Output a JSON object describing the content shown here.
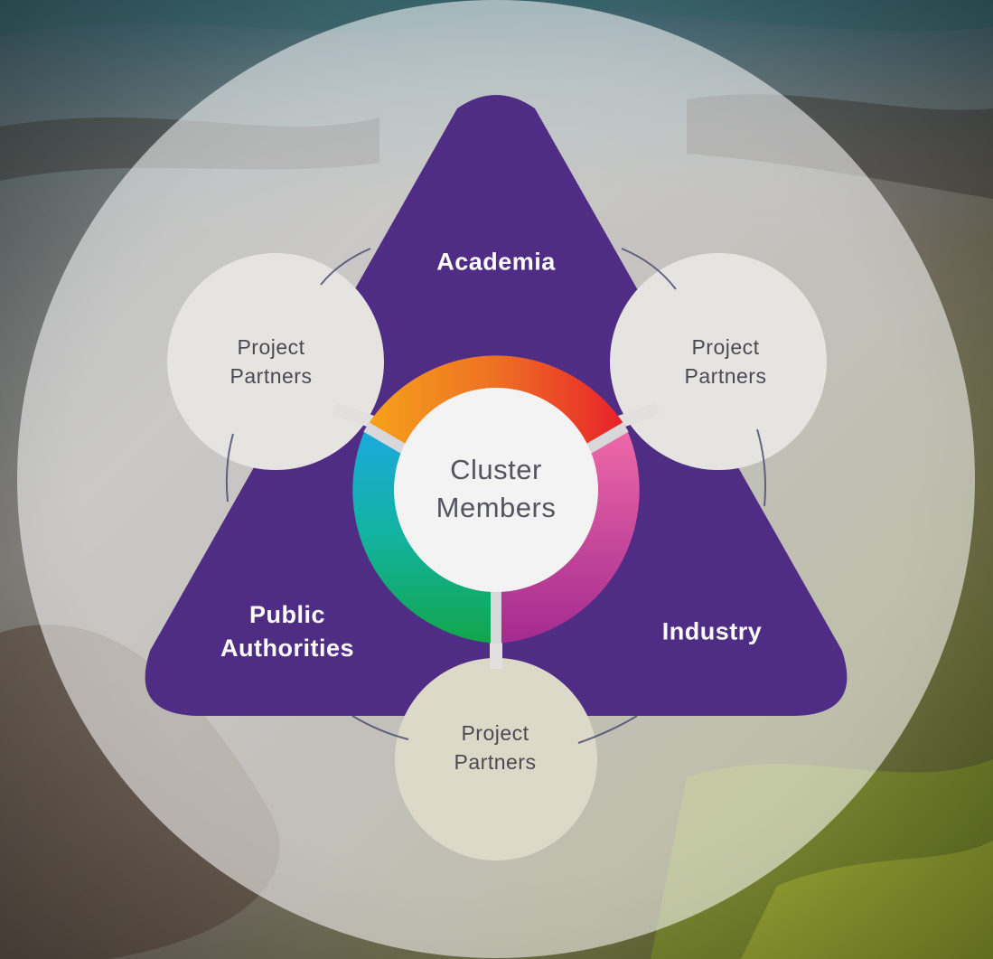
{
  "diagram": {
    "center": "Cluster\nMembers",
    "sectors": {
      "top": "Academia",
      "left": "Public\nAuthorities",
      "right": "Industry"
    },
    "partners": {
      "left": "Project\nPartners",
      "right": "Project\nPartners",
      "bottom": "Project\nPartners"
    }
  },
  "colors": {
    "triangle": "#4f2d84",
    "circle_overlay": "#ffffff",
    "inner_circle": "#f3f3f4",
    "ring_segments": {
      "top": [
        "#f7a21b",
        "#ee7024",
        "#e8202b"
      ],
      "right": [
        "#ef6aa8",
        "#a32a8f"
      ],
      "left": [
        "#1aa9e0",
        "#13b3a0",
        "#12a64a"
      ]
    }
  }
}
